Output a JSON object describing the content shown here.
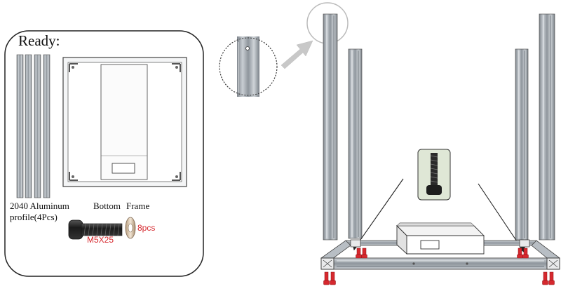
{
  "ready_panel": {
    "title": "Ready:",
    "profile_label": "2040 Aluminum\nprofile(4Pcs)",
    "bottom_label": "Bottom",
    "frame_label": "Frame",
    "screw_label": "M5X25",
    "screw_qty": "8pcs"
  },
  "colors": {
    "accent_red": "#d6282e",
    "profile_grey": "#9aa0a6",
    "line": "#333333",
    "inset_bg": "#dfe7d6",
    "arrow_grey": "#c8c8c8"
  }
}
